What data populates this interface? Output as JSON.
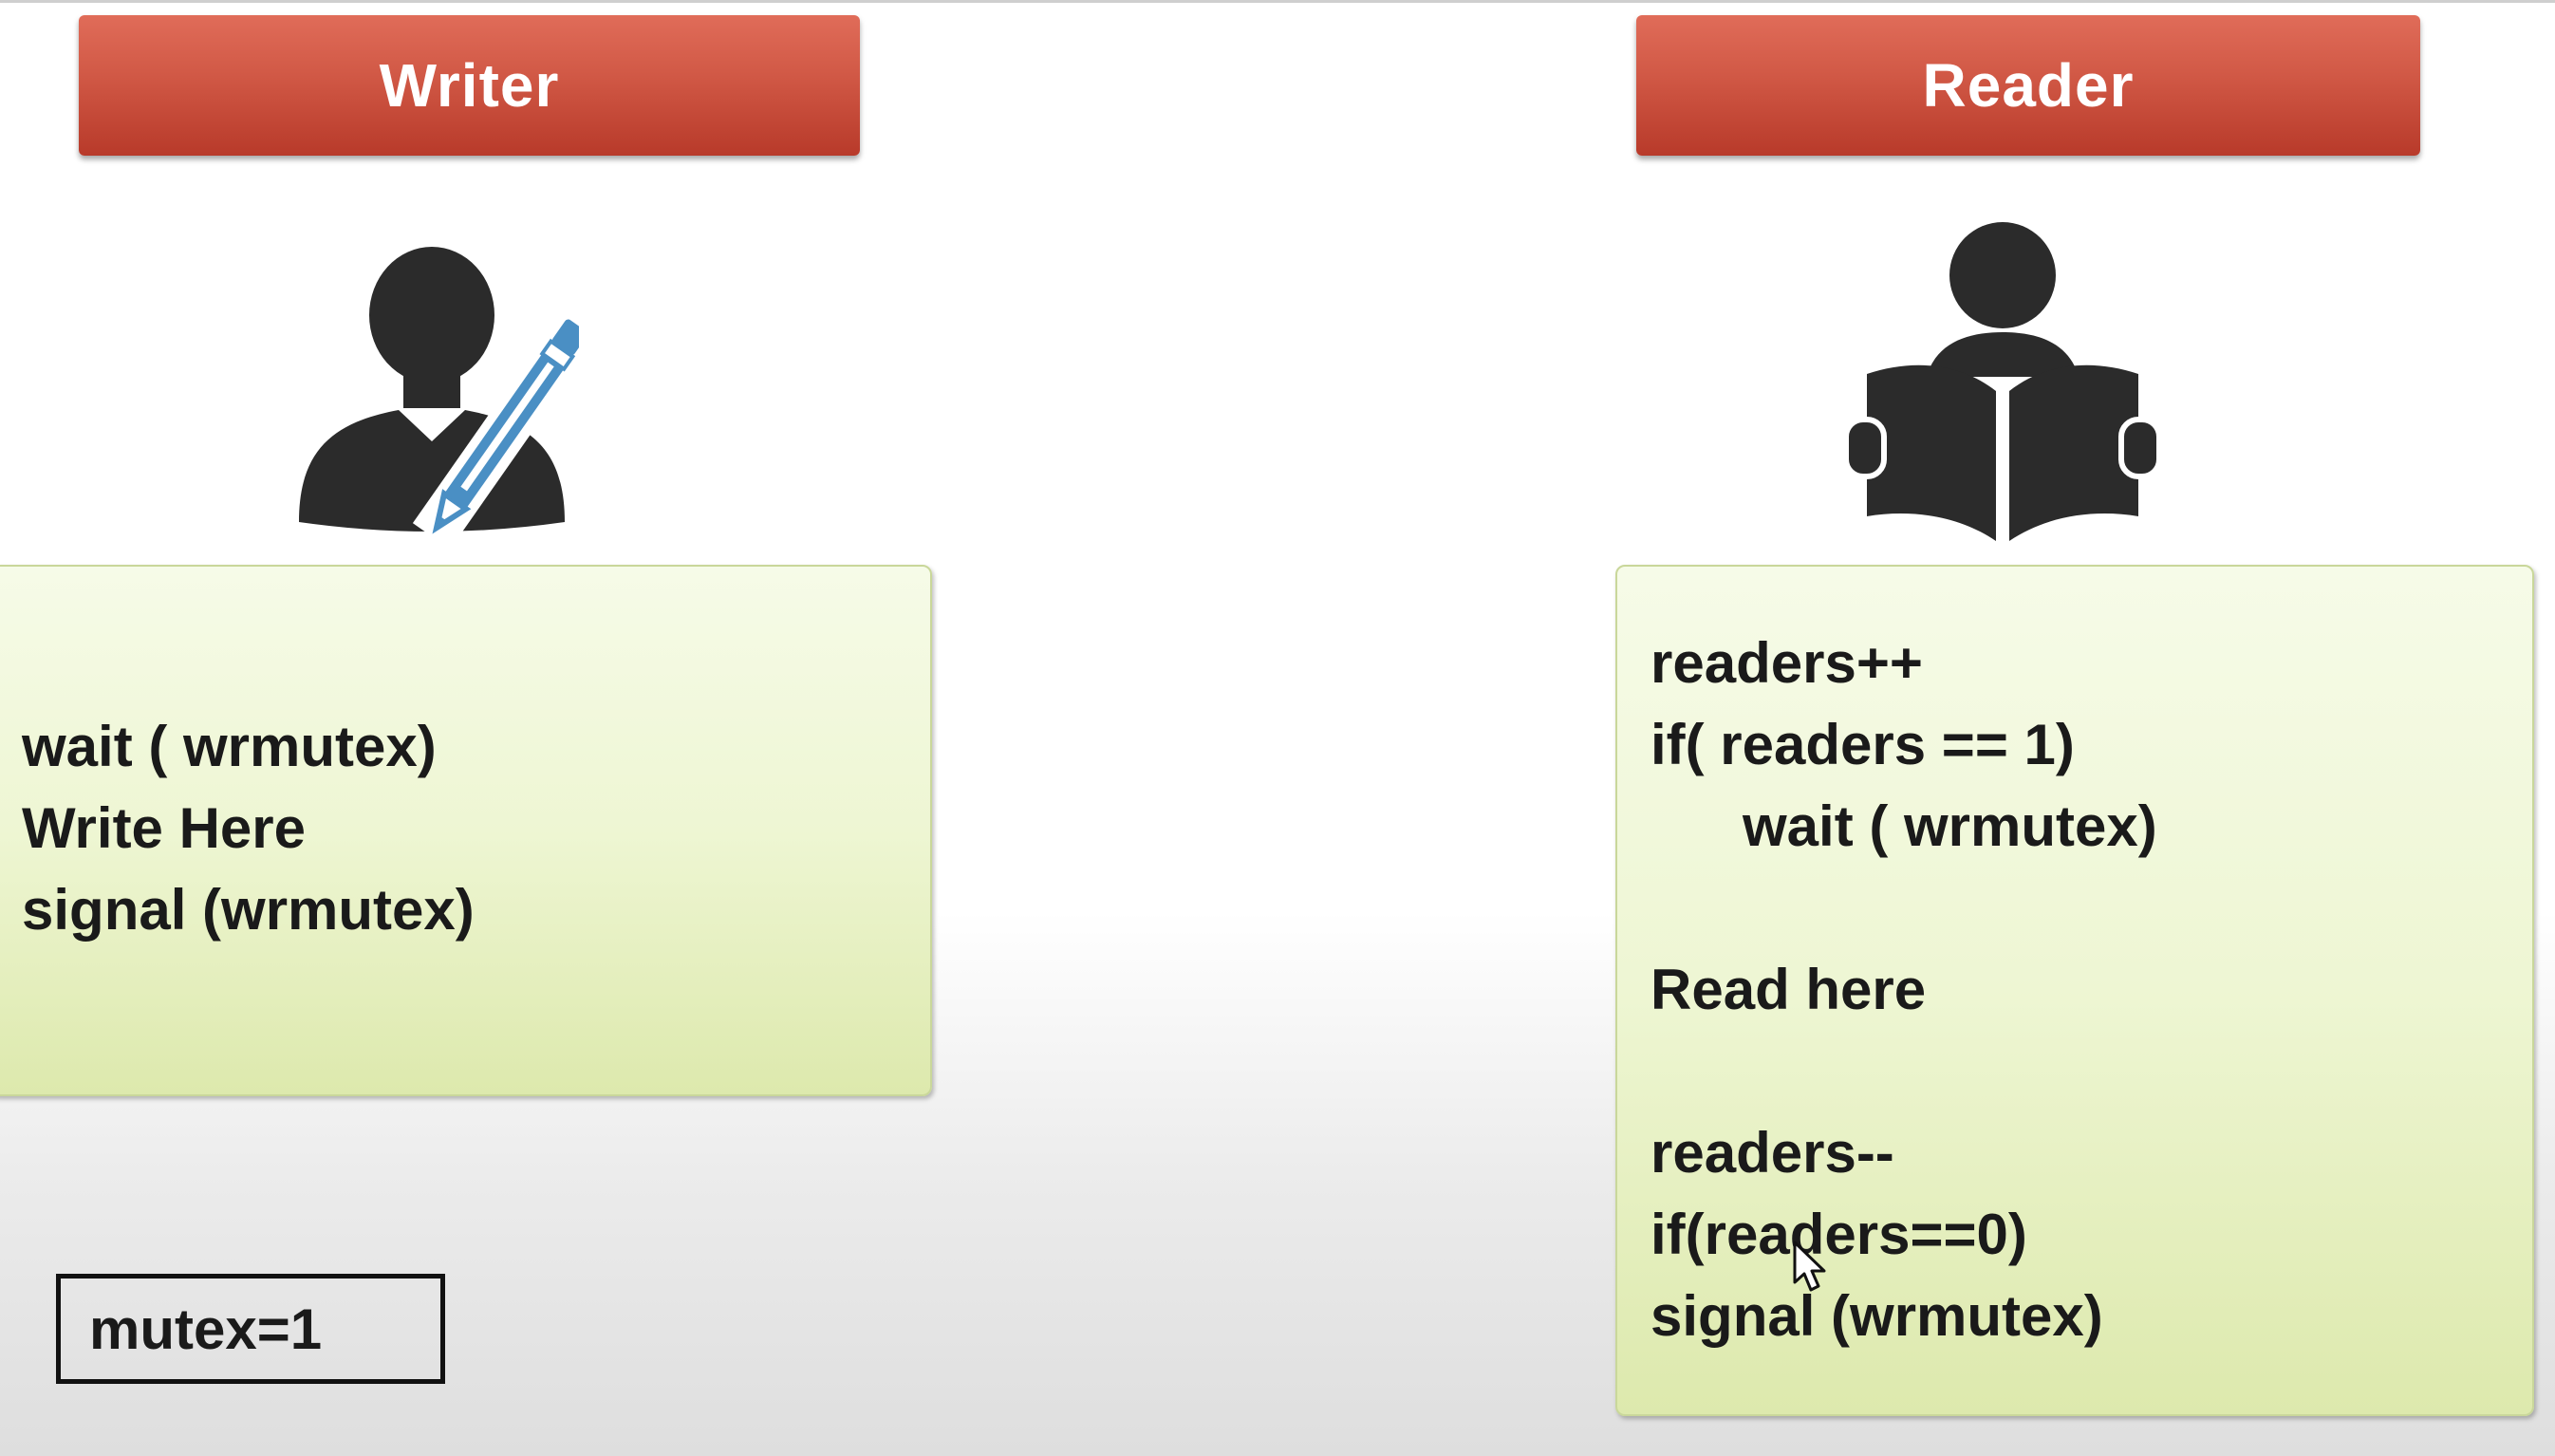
{
  "writer": {
    "title": "Writer",
    "icon": "writer-person-pencil-icon",
    "lines": [
      "wait ( wrmutex)",
      "Write Here",
      "signal (wrmutex)"
    ]
  },
  "reader": {
    "title": "Reader",
    "icon": "reader-person-book-icon",
    "lines": [
      "readers++",
      "if( readers == 1)",
      "wait ( wrmutex)",
      "Read here",
      "readers--",
      "if(readers==0)",
      "signal (wrmutex)"
    ]
  },
  "mutex": {
    "label": "mutex=1"
  },
  "colors": {
    "banner": "#d25a47",
    "code_box": "#eef6d3",
    "icon_dark": "#2b2b2b",
    "pencil_blue": "#4a8fc4"
  }
}
